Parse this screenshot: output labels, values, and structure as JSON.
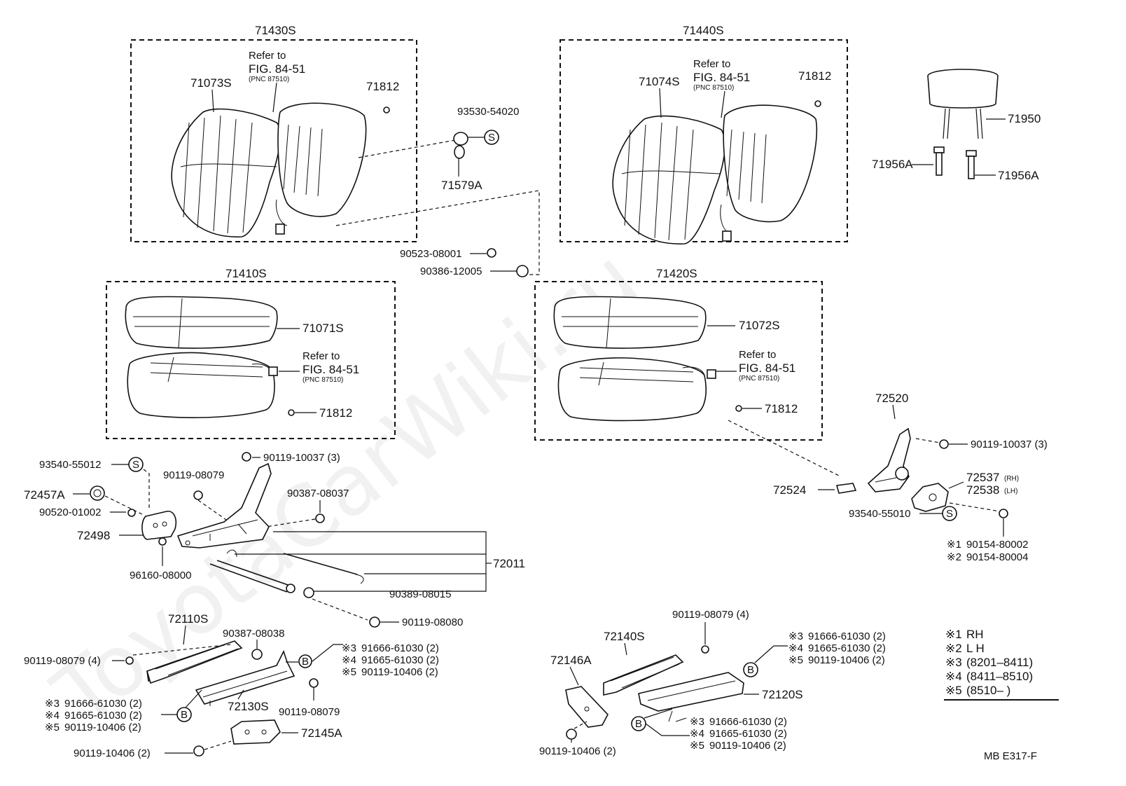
{
  "watermark": "ToyotaCarWiki.ru",
  "assemblies": {
    "front_back_left": "71430S",
    "front_back_right": "71440S",
    "front_cushion_left": "71410S",
    "front_cushion_right": "71420S"
  },
  "refer": {
    "line1": "Refer to",
    "line2": "FIG. 84-51",
    "pnc": "(PNC 87510)"
  },
  "parts": {
    "p71073S": "71073S",
    "p71074S": "71074S",
    "p71812": "71812",
    "p93530": "93530-54020",
    "p71579A": "71579A",
    "p90523": "90523-08001",
    "p90386": "90386-12005",
    "p71950": "71950",
    "p71956A": "71956A",
    "p71071S": "71071S",
    "p71072S": "71072S",
    "p93540_55012": "93540-55012",
    "p90119_10037": "90119-10037 (3)",
    "p90119_08079": "90119-08079",
    "p72457A": "72457A",
    "p90387_08037": "90387-08037",
    "p90520": "90520-01002",
    "p72498": "72498",
    "p72011": "72011",
    "p96160": "96160-08000",
    "p90389": "90389-08015",
    "p90119_08080": "90119-08080",
    "p72110S": "72110S",
    "p90387_08038": "90387-08038",
    "p90119_08079_4": "90119-08079 (4)",
    "p72130S": "72130S",
    "p72145A": "72145A",
    "p90119_10406_2": "90119-10406 (2)",
    "p72520": "72520",
    "p72524": "72524",
    "p72537": "72537",
    "p72538": "72538",
    "rh": "(RH)",
    "lh": "(LH)",
    "p93540_55010": "93540-55010",
    "p72140S": "72140S",
    "p72146A": "72146A",
    "p72120S": "72120S"
  },
  "mark_symbols": {
    "s": "S",
    "b": "B"
  },
  "notes": {
    "n1": "※1",
    "n2": "※2",
    "n3": "※3",
    "n4": "※4",
    "n5": "※5",
    "n1_90154": "90154-80002",
    "n2_90154": "90154-80004",
    "n3_part": "91666-61030 (2)",
    "n4_part": "91665-61030 (2)",
    "n5_part": "90119-10406 (2)"
  },
  "legend": {
    "rows": [
      {
        "mark": "※1",
        "text": "RH"
      },
      {
        "mark": "※2",
        "text": "L H"
      },
      {
        "mark": "※3",
        "text": "(8201–8411)"
      },
      {
        "mark": "※4",
        "text": "(8411–8510)"
      },
      {
        "mark": "※5",
        "text": "(8510–        )"
      }
    ]
  },
  "ref_code": "MB  E317-F"
}
